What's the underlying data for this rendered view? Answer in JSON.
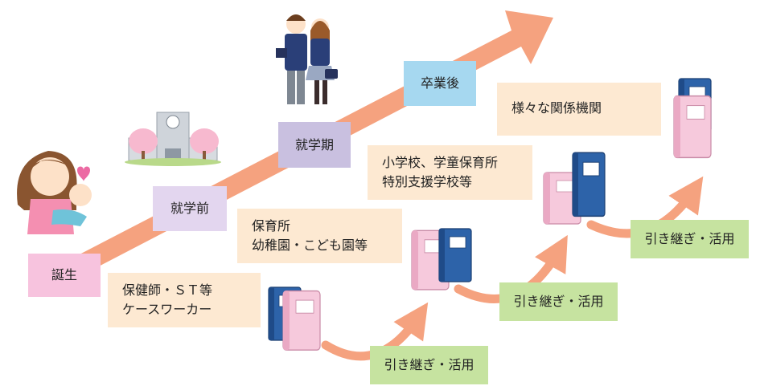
{
  "stages": {
    "birth": "誕生",
    "preschool": "就学前",
    "school": "就学期",
    "after_graduation": "卒業後"
  },
  "agencies": {
    "health": [
      "保健師・ＳＴ等",
      "ケースワーカー"
    ],
    "nursery": [
      "保育所",
      "幼稚園・こども園等"
    ],
    "school": [
      "小学校、学童保育所",
      "特別支援学校等"
    ],
    "various": [
      "様々な関係機関"
    ]
  },
  "handover": {
    "step1": "引き継ぎ・活用",
    "step2": "引き継ぎ・活用",
    "step3": "引き継ぎ・活用"
  },
  "colors": {
    "arrow": "#f5a27f",
    "stage_birth": "#f7c3de",
    "stage_preschool": "#e3d6ef",
    "stage_school": "#c9c0e0",
    "stage_after": "#a6d8f0",
    "agency_box": "#fde9d2",
    "handover_box": "#c6e3a0",
    "binder_blue": "#2d63a9",
    "binder_pink": "#f6c9dc"
  }
}
